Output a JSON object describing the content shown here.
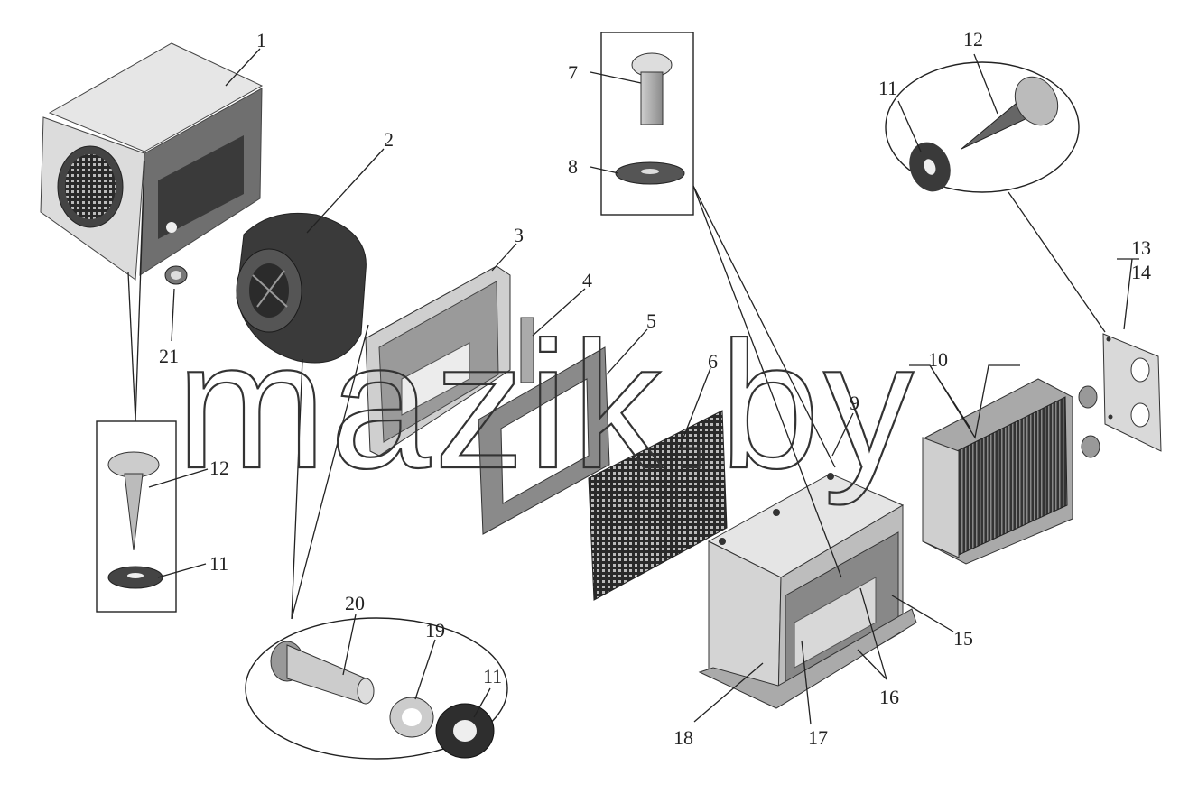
{
  "watermark": "mazik.by",
  "labels": {
    "l1": "1",
    "l2": "2",
    "l3": "3",
    "l4": "4",
    "l5": "5",
    "l6": "6",
    "l7": "7",
    "l8": "8",
    "l9": "9",
    "l10": "10",
    "l11a": "11",
    "l11b": "11",
    "l11c": "11",
    "l12a": "12",
    "l12b": "12",
    "l13": "13",
    "l14": "14",
    "l15": "15",
    "l16": "16",
    "l17": "17",
    "l18": "18",
    "l19": "19",
    "l20": "20",
    "l21": "21"
  }
}
